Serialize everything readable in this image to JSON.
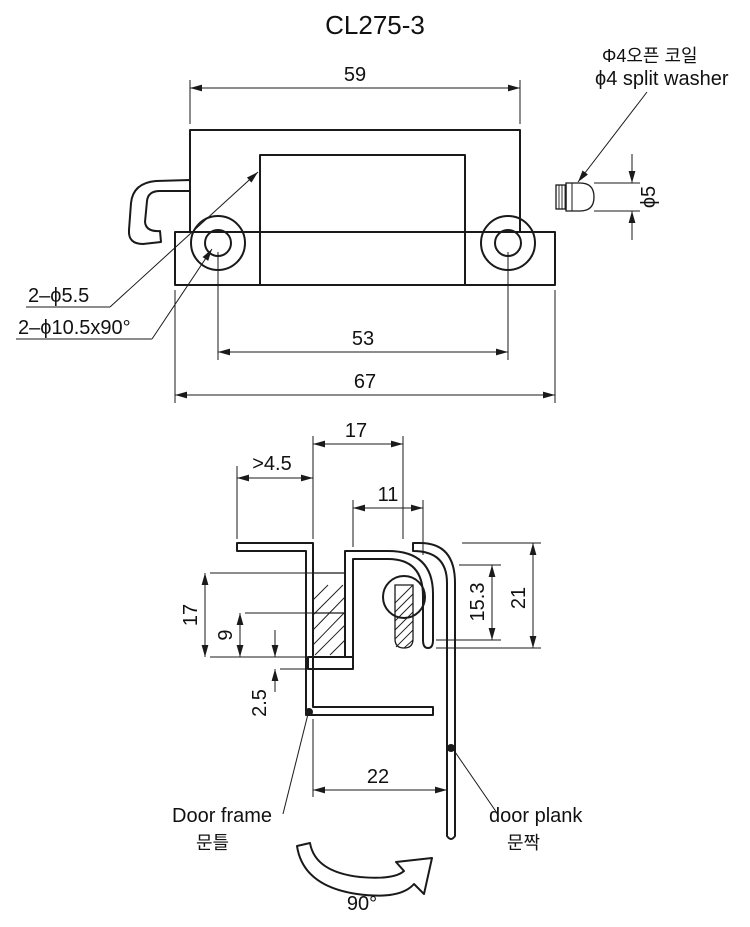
{
  "title": "CL275-3",
  "top_view": {
    "label_washer_kr": "Φ4오픈 코일",
    "label_washer_en": "ϕ4 split washer",
    "dim_59": "59",
    "dim_phi5": "ϕ5",
    "dim_53": "53",
    "dim_67": "67",
    "label_holes_1": "2–ϕ5.5",
    "label_holes_2": "2–ϕ10.5x90°"
  },
  "section_view": {
    "dim_17_top": "17",
    "dim_clearance": ">4.5",
    "dim_11": "11",
    "dim_17_left": "17",
    "dim_9": "9",
    "dim_2_5": "2.5",
    "dim_15_3": "15.3",
    "dim_21": "21",
    "dim_22": "22",
    "label_door_frame_en": "Door frame",
    "label_door_frame_kr": "문틀",
    "label_door_plank_en": "door plank",
    "label_door_plank_kr": "문짝",
    "label_rotation": "90°"
  },
  "colors": {
    "line": "#1a1a1a",
    "background": "#ffffff"
  }
}
